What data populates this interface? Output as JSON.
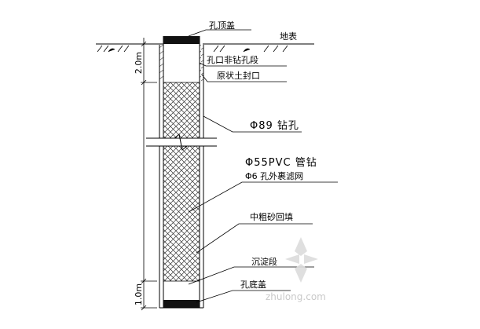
{
  "labels": {
    "hole_top_cap": "孔顶盖",
    "ground_surface": "地表",
    "collar_casing_section": "孔口非钻孔段",
    "in_situ_soil_seal": "原状土封口",
    "drill_hole": "Φ89 钻孔",
    "pvc_pipe": "Φ55PVC 管钻",
    "filter_mesh": "Φ6 孔外裹滤网",
    "sand_backfill": "中粗砂回填",
    "sediment_section": "沉淀段",
    "hole_bottom_cap": "孔底盖"
  },
  "dimensions": {
    "top_length": "2.0m",
    "bottom_length": "1.0m"
  },
  "watermark": {
    "text": "zhulong.com"
  },
  "colors": {
    "line": "#000000",
    "cap_fill": "#111111",
    "hatch": "#333333",
    "watermark": "#c9c9c9"
  }
}
